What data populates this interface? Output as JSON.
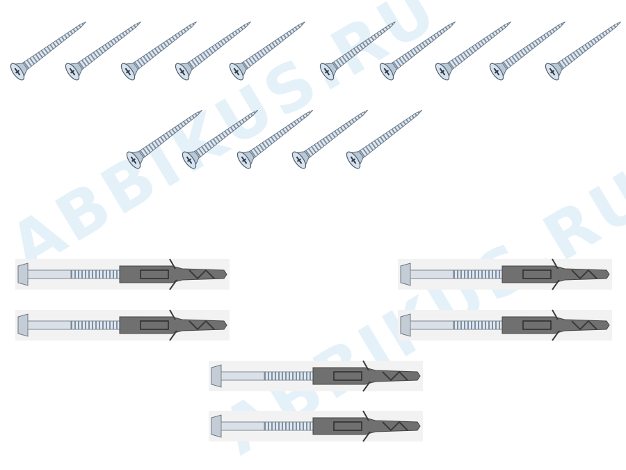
{
  "watermark": {
    "text": "ABBIKUS.RU"
  },
  "product": {
    "screw_count": 15,
    "anchor_count": 6
  },
  "colors": {
    "zinc": "#c9d6e2",
    "plug": "#6f6f6f",
    "watermark": "#cfe6f5"
  }
}
